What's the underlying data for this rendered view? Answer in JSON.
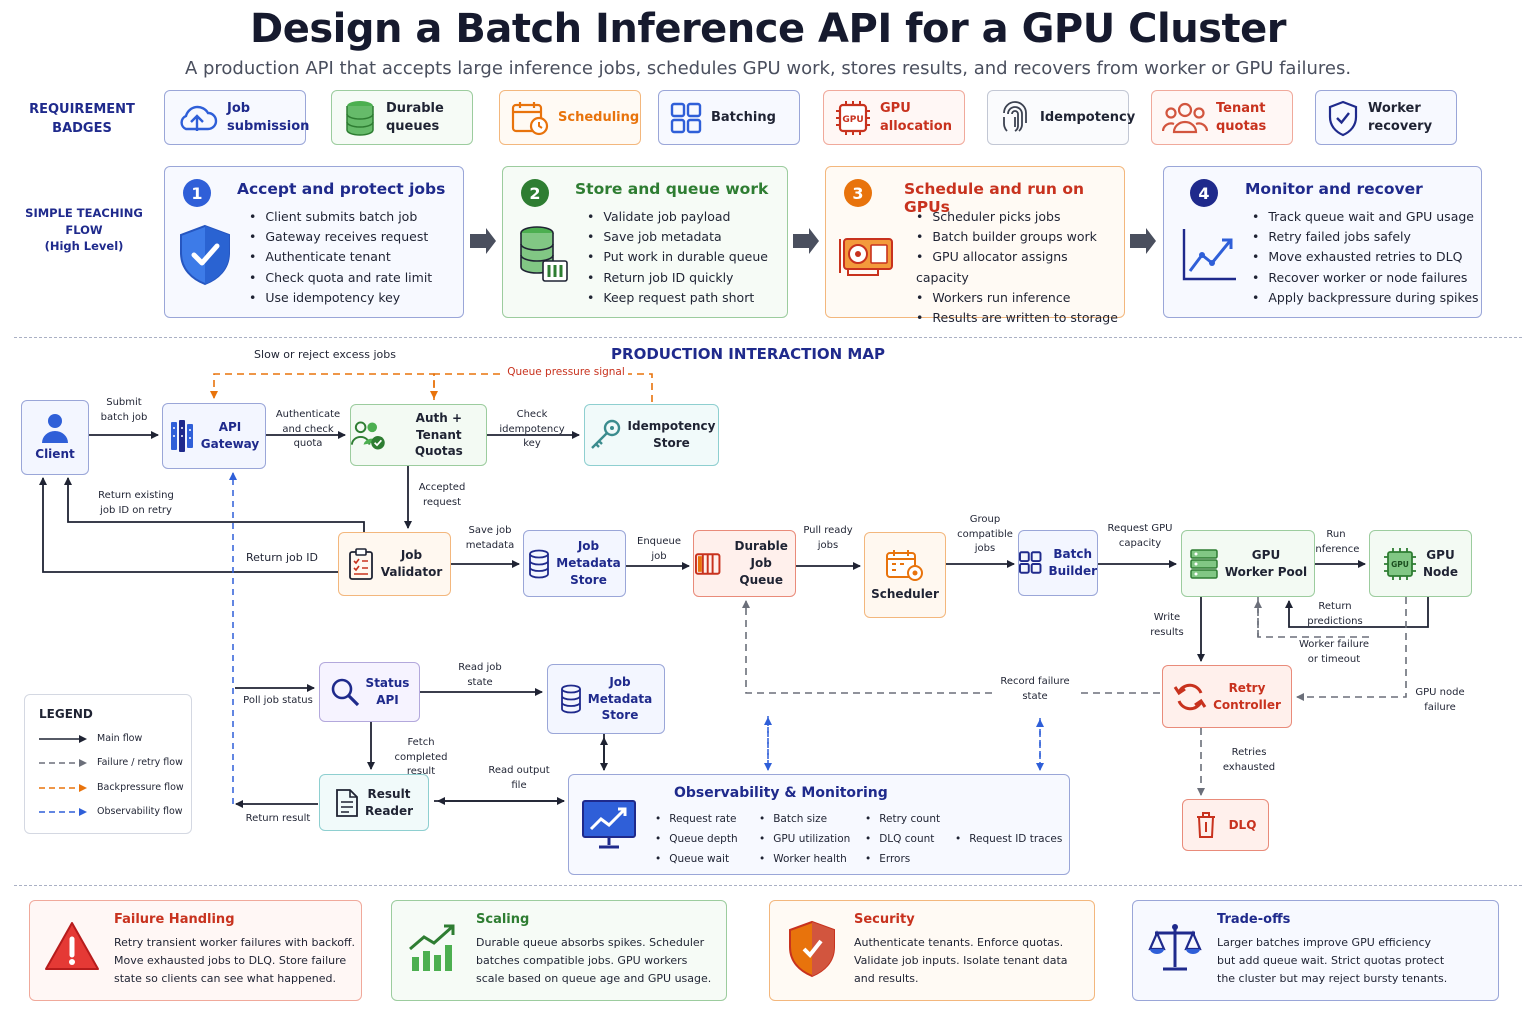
{
  "header": {
    "title": "Design a Batch Inference API for a GPU Cluster",
    "subtitle": "A production API that accepts large inference jobs, schedules GPU work, stores results, and recovers from worker or GPU failures."
  },
  "requirement_label": "REQUIREMENT\nBADGES",
  "teaching_label": "SIMPLE TEACHING FLOW\n(High Level)",
  "badges": [
    {
      "label": "Job\nsubmission",
      "color": "#1f2a8c"
    },
    {
      "label": "Durable\nqueues",
      "color": "#1f2333"
    },
    {
      "label": "Scheduling",
      "color": "#e8730c"
    },
    {
      "label": "Batching",
      "color": "#1f2333"
    },
    {
      "label": "GPU\nallocation",
      "color": "#c8321e"
    },
    {
      "label": "Idempotency",
      "color": "#1f2333"
    },
    {
      "label": "Tenant\nquotas",
      "color": "#c8321e"
    },
    {
      "label": "Worker\nrecovery",
      "color": "#1f2333"
    }
  ],
  "flow": [
    {
      "num": "1",
      "title": "Accept and protect jobs",
      "items": [
        "Client submits batch job",
        "Gateway receives request",
        "Authenticate tenant",
        "Check quota and rate limit",
        "Use idempotency key"
      ]
    },
    {
      "num": "2",
      "title": "Store and queue work",
      "items": [
        "Validate job payload",
        "Save job metadata",
        "Put work in durable queue",
        "Return job ID quickly",
        "Keep request path short"
      ]
    },
    {
      "num": "3",
      "title": "Schedule and run on GPUs",
      "items": [
        "Scheduler picks jobs",
        "Batch builder groups work",
        "GPU allocator assigns capacity",
        "Workers run inference",
        "Results are written to storage"
      ]
    },
    {
      "num": "4",
      "title": "Monitor and recover",
      "items": [
        "Track queue wait and GPU usage",
        "Retry failed jobs safely",
        "Move exhausted retries to DLQ",
        "Recover worker or node failures",
        "Apply backpressure during spikes"
      ]
    }
  ],
  "map_title": "PRODUCTION INTERACTION MAP",
  "nodes": {
    "client": "Client",
    "api_gateway": "API\nGateway",
    "auth": "Auth +\nTenant Quotas",
    "idempotency": "Idempotency\nStore",
    "validator": "Job\nValidator",
    "metadata": "Job\nMetadata\nStore",
    "queue": "Durable\nJob Queue",
    "scheduler": "Scheduler",
    "batch": "Batch\nBuilder",
    "worker_pool": "GPU\nWorker Pool",
    "gpu_node": "GPU\nNode",
    "retry": "Retry\nController",
    "dlq": "DLQ",
    "status_api": "Status\nAPI",
    "metadata2": "Job\nMetadata\nStore",
    "result_reader": "Result\nReader"
  },
  "edges": {
    "slow_reject": "Slow or reject excess jobs",
    "queue_pressure": "Queue pressure signal",
    "submit": "Submit\nbatch job",
    "authenticate": "Authenticate\nand check quota",
    "check_idem": "Check\nidempotency key",
    "accepted": "Accepted\nrequest",
    "return_existing": "Return existing\njob ID on retry",
    "return_job_id": "Return job ID",
    "save_meta": "Save job\nmetadata",
    "enqueue": "Enqueue\njob",
    "pull_ready": "Pull ready\njobs",
    "group": "Group\ncompatible\njobs",
    "request_gpu": "Request GPU\ncapacity",
    "run_inference": "Run\ninference",
    "return_predictions": "Return\npredictions",
    "write_results": "Write\nresults",
    "worker_failure": "Worker failure\nor timeout",
    "gpu_node_failure": "GPU node\nfailure",
    "record_failure": "Record failure\nstate",
    "retries_exhausted": "Retries\nexhausted",
    "poll": "Poll job status",
    "read_state": "Read job\nstate",
    "fetch_completed": "Fetch completed\nresult",
    "read_output": "Read output\nfile",
    "return_result": "Return result"
  },
  "legend": {
    "title": "LEGEND",
    "items": [
      {
        "label": "Main flow",
        "color": "#1f2333"
      },
      {
        "label": "Failure / retry flow",
        "color": "#6b6f7a"
      },
      {
        "label": "Backpressure flow",
        "color": "#e8730c"
      },
      {
        "label": "Observability flow",
        "color": "#2f5fd8"
      }
    ]
  },
  "observability": {
    "title": "Observability & Monitoring",
    "col1": [
      "Request rate",
      "Queue depth",
      "Queue wait"
    ],
    "col2": [
      "Batch size",
      "GPU utilization",
      "Worker health"
    ],
    "col3": [
      "Retry count",
      "DLQ count",
      "Errors"
    ],
    "col4": [
      "Request ID traces"
    ]
  },
  "bottom": [
    {
      "title": "Failure Handling",
      "text": "Retry transient worker failures with backoff.\nMove exhausted jobs to DLQ. Store failure\nstate so clients can see what happened.",
      "color": "#c8321e"
    },
    {
      "title": "Scaling",
      "text": "Durable queue absorbs spikes. Scheduler\nbatches compatible jobs. GPU workers\nscale based on queue age and GPU usage.",
      "color": "#2e7d32"
    },
    {
      "title": "Security",
      "text": "Authenticate tenants. Enforce quotas.\nValidate job inputs. Isolate tenant data\nand results.",
      "color": "#c8321e"
    },
    {
      "title": "Trade-offs",
      "text": "Larger batches improve GPU efficiency\nbut add queue wait. Strict quotas protect\nthe cluster but may reject bursty tenants.",
      "color": "#1f2a8c"
    }
  ]
}
